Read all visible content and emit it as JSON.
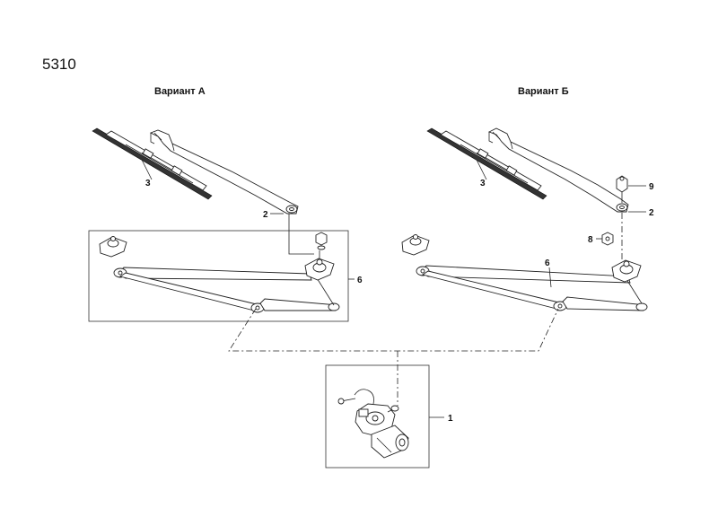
{
  "page": {
    "number": "5310"
  },
  "variants": {
    "a": "Вариант А",
    "b": "Вариант Б"
  },
  "callouts": {
    "a_blade": "3",
    "a_arm": "2",
    "a_linkage": "6",
    "b_blade": "3",
    "b_cap": "9",
    "b_arm": "2",
    "b_nut": "8",
    "b_linkage": "6",
    "motor": "1"
  }
}
